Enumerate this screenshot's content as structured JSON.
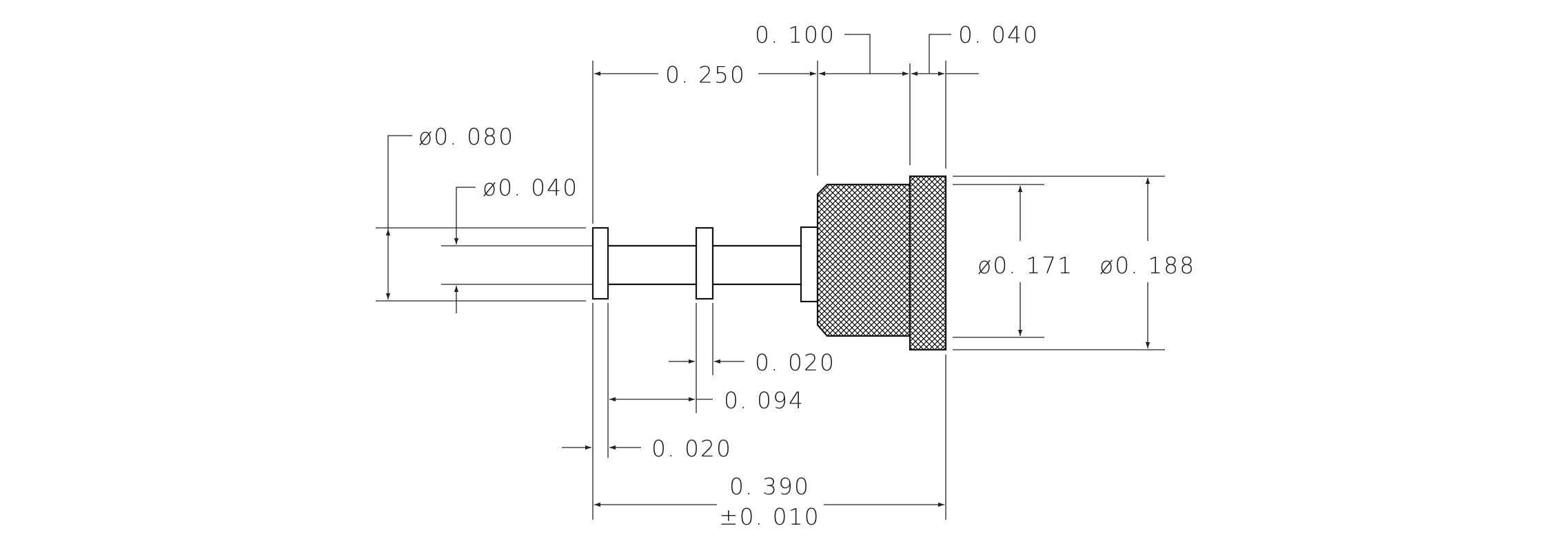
{
  "dimensions": {
    "length_0_100": "0. 100",
    "length_0_040": "0. 040",
    "length_0_250": "0. 250",
    "dia_0_080": "ø0. 080",
    "dia_0_040": "ø0. 040",
    "dia_0_171": "ø0. 171",
    "dia_0_188": "ø0. 188",
    "length_0_020_flange": "0. 020",
    "length_0_094": "0. 094",
    "length_0_020_first": "0. 020",
    "overall_length": "0. 390",
    "overall_tolerance": "±0. 010"
  },
  "colors": {
    "line": "#222222",
    "part_outline": "#111111",
    "background": "#ffffff"
  }
}
